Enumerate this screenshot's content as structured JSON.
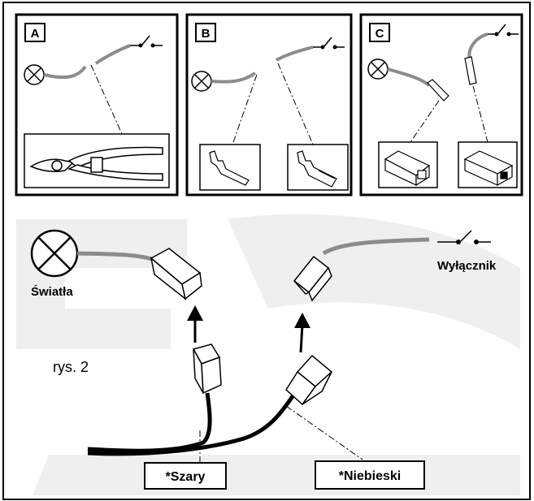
{
  "panels": [
    {
      "letter": "A"
    },
    {
      "letter": "B"
    },
    {
      "letter": "C"
    }
  ],
  "labels": {
    "lights": "Światła",
    "switch": "Wyłącznik",
    "figure": "rys. 2",
    "grey": "*Szary",
    "blue": "*Niebieski"
  },
  "colors": {
    "wire_grey": "#8c8c8c",
    "harness": "#000000",
    "watermark": "#eeeeee"
  }
}
